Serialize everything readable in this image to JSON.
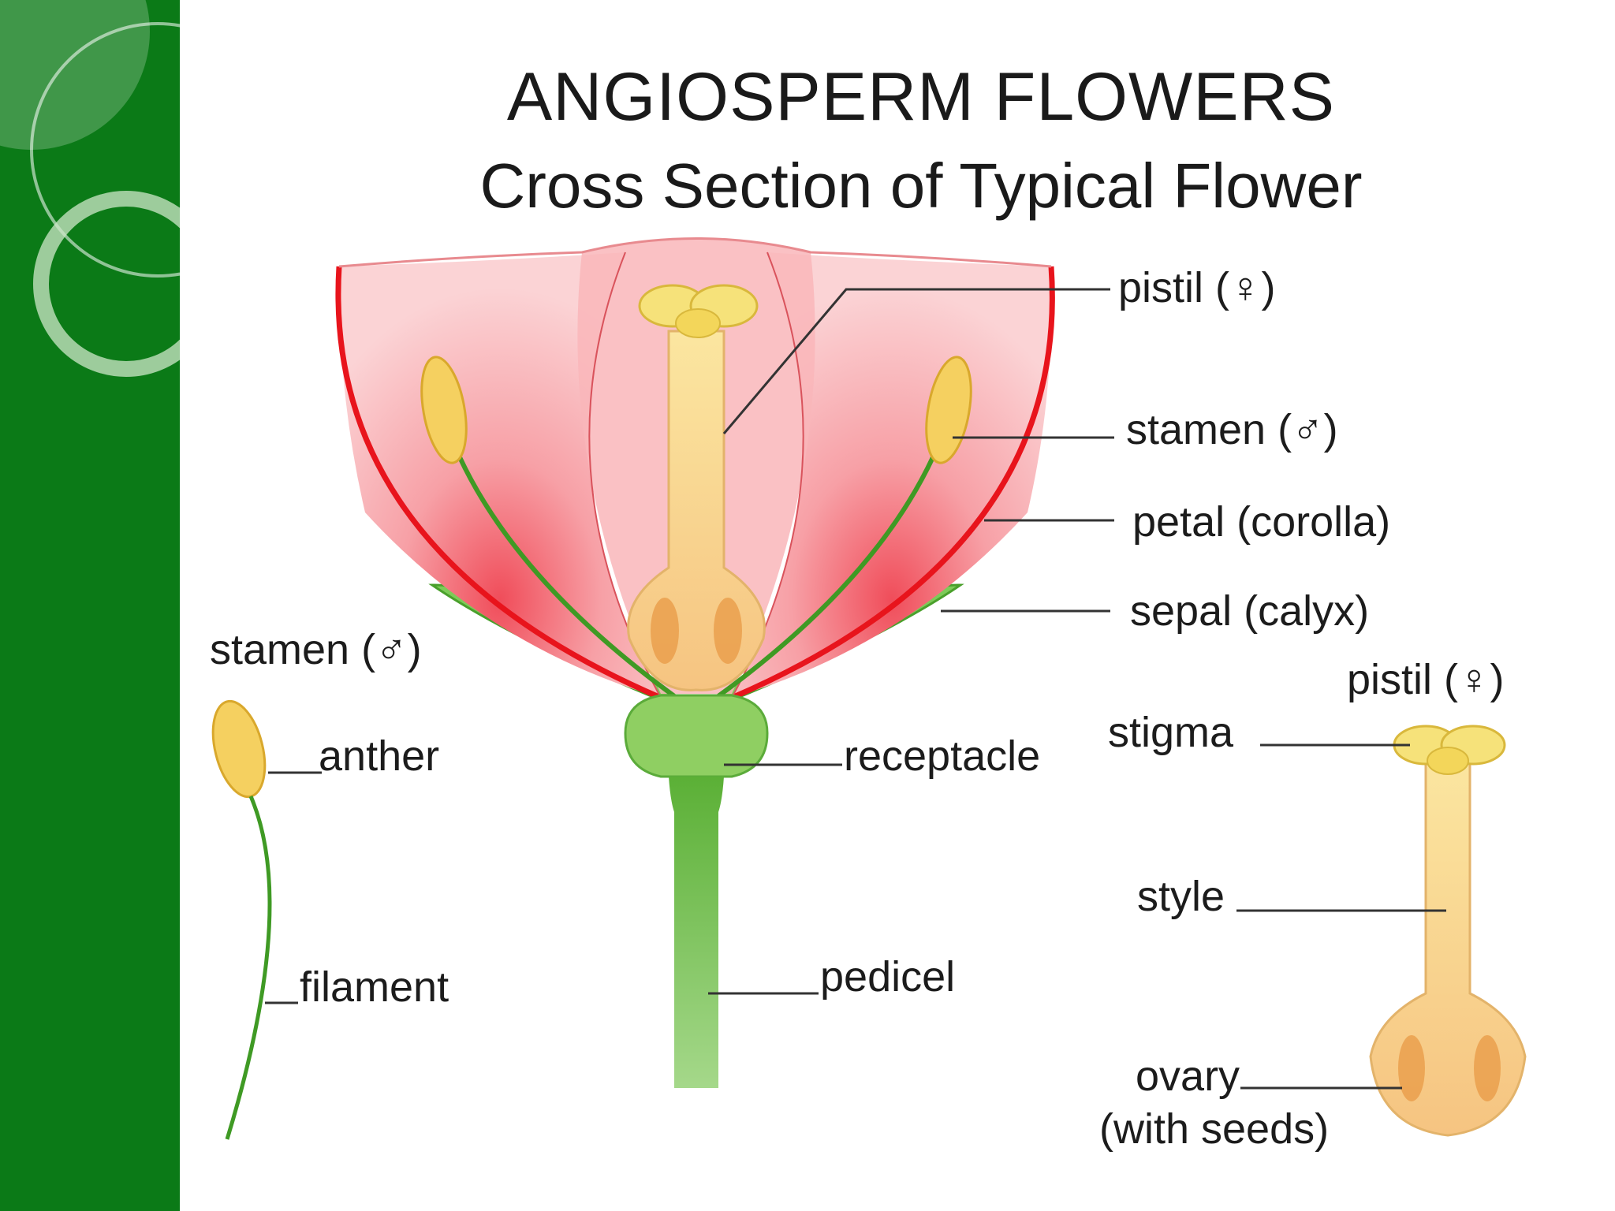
{
  "title": "ANGIOSPERM FLOWERS",
  "subtitle": "Cross Section of Typical Flower",
  "labels": {
    "pistil_main": "pistil    (♀)",
    "stamen_main": "stamen  (♂)",
    "petal": "petal (corolla)",
    "sepal": "sepal (calyx)",
    "receptacle": "receptacle",
    "pedicel": "pedicel",
    "stamen_detail": "stamen  (♂)",
    "anther": "anther",
    "filament": "filament",
    "pistil_detail": "pistil   (♀)",
    "stigma": "stigma",
    "style": "style",
    "ovary": "ovary",
    "ovary_note": "(with seeds)"
  },
  "colors": {
    "sidebar": "#0b7a17",
    "petal": "#f7a3a8",
    "petal_outline": "#e8141c",
    "sepal": "#6cc24a",
    "stem": "#66b845",
    "anther": "#f5d060",
    "pistil": "#f9dc8c"
  }
}
